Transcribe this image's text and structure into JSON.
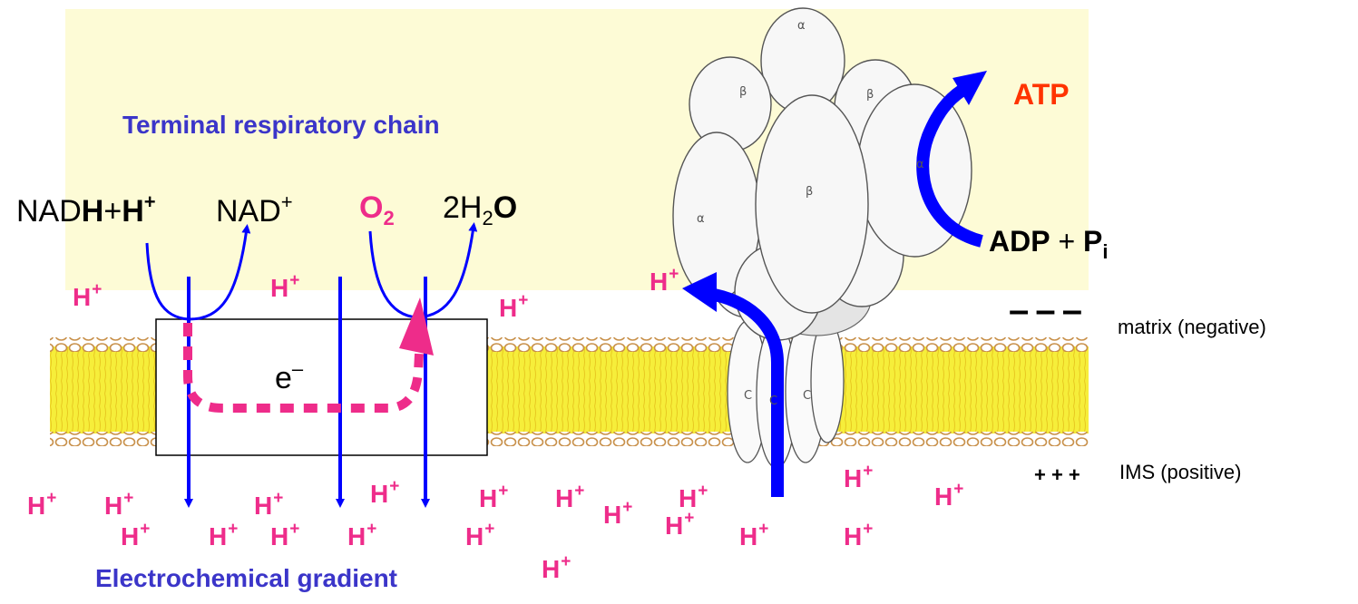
{
  "labels": {
    "chain_title": "Terminal respiratory chain",
    "gradient_title": "Electrochemical gradient",
    "nad_prefix": "NAD",
    "h_bold": "H",
    "plus": "+",
    "h_plus_base": "H",
    "sup_plus": "+",
    "nad_plus_base": "NAD",
    "o2_base": "O",
    "o2_sub": "2",
    "water_coef": "2H",
    "water_sub": "2",
    "water_o": "O",
    "electron": "e",
    "electron_sup": "–",
    "atp": "ATP",
    "adp": "ADP",
    "adp_plus": "+",
    "pi_base": "P",
    "pi_sub": "i",
    "minus_signs": "– – –",
    "matrix_label": "matrix (negative)",
    "plus_signs": "+ + +",
    "ims_label": "IMS (positive)",
    "proton": "H",
    "subunit_alpha": "α",
    "subunit_beta": "β",
    "subunit_c": "C"
  },
  "colors": {
    "arrow_blue": "#0000ff",
    "title_blue": "#3b35c9",
    "proton_magenta": "#ee2c8a",
    "atp_red": "#ff3300",
    "membrane_yellow": "#f6ee3a",
    "lipid_head": "#c8904a",
    "background_yellow": "#fdfbd6"
  }
}
